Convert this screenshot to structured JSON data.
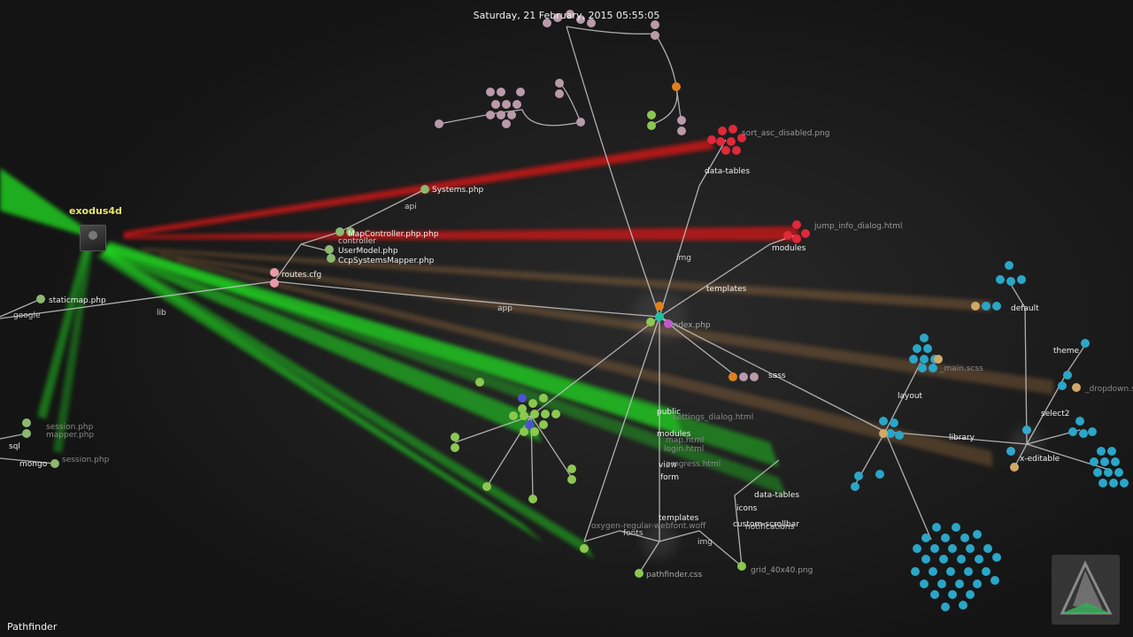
{
  "timestamp": "Saturday, 21 February, 2015 05:55:05",
  "project_name": "Pathfinder",
  "user": {
    "name": "exodus4d"
  },
  "colors": {
    "background": "#141414",
    "beam_red": "#e01818",
    "beam_green": "#22e022",
    "beam_orange": "#c8894a",
    "edge": "#c8c8c8",
    "node_mauve": "#b99aa8",
    "node_red": "#e0283a",
    "node_blue": "#2aa6c8",
    "node_green": "#8cc850",
    "node_orange": "#e0801c",
    "node_tan": "#d0a86a"
  },
  "labels": {
    "systems_php": "Systems.php",
    "api": "api",
    "controller_files": "MapController.php.php",
    "controller": "controller",
    "user_model": "UserModel.php",
    "ccp_mapper": "CcpSystemsMapper.php",
    "routes_cfg": "routes.cfg",
    "staticmap_php": "staticmap.php",
    "google": "google",
    "lib": "lib",
    "app": "app",
    "session_php": "session.php",
    "mapper_php": "mapper.php",
    "sql": "sql",
    "mongo": "mongo",
    "session_php2": "session.php",
    "data_tables_top": "data-tables",
    "data_tables_files": "sort_asc_disabled.png",
    "img_top": "img",
    "jump_info": "jump_info_dialog.html",
    "modules_right": "modules",
    "templates_mid": "templates",
    "index_php": "index.php",
    "sass": "sass",
    "main_scss": "_main.scss",
    "layout": "layout",
    "library": "library",
    "default": "default",
    "theme": "theme",
    "dropdown_scss": "_dropdown.scss",
    "select2": "select2",
    "x_editable": "x-editable",
    "public": "public",
    "modules_low": "modules",
    "view": "view",
    "form": "form",
    "templates_low": "templates",
    "fonts": "fonts",
    "img_low": "img",
    "data_tables_low": "data-tables",
    "icons": "icons",
    "custom_scrollbar": "custom-scrollbar",
    "notifications": "notifications",
    "grid_png": "grid_40x40.png",
    "pathfinder_css": "pathfinder.css",
    "fonts_files": "oxygen-regular-webfont.woff",
    "progress_html": "progress.html",
    "map_html": "map.html",
    "login_html": "login.html",
    "dialog_html": "settings_dialog.html"
  }
}
